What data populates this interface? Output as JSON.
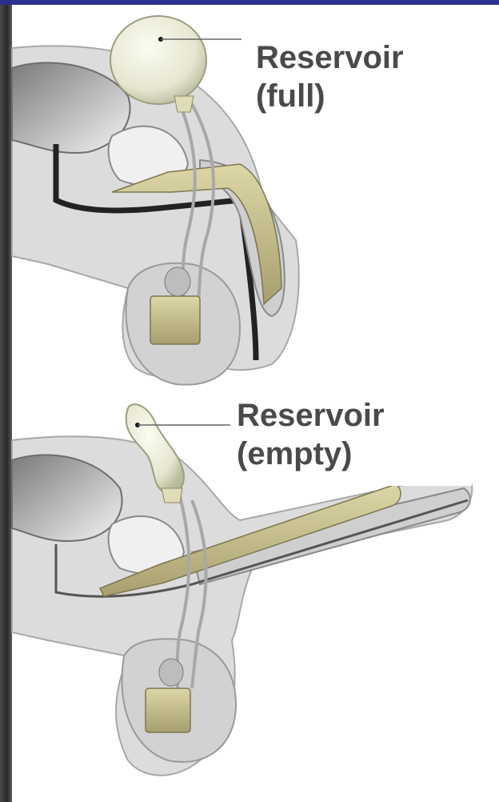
{
  "labels": {
    "top": {
      "line1": "Reservoir",
      "line2": "(full)"
    },
    "bottom": {
      "line1": "Reservoir",
      "line2": "(empty)"
    }
  },
  "colors": {
    "frame_top": "#2b2f8f",
    "tissue": "#d9d9d9",
    "device_tan": "#c8c08a",
    "reservoir": "#eeeedc",
    "label_text": "#4a4a4a"
  }
}
